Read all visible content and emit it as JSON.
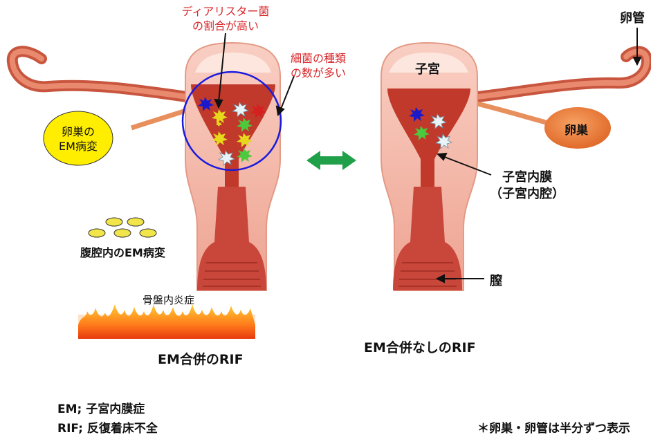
{
  "left": {
    "label_dominant": [
      "ディアリスター菌",
      "の割合が高い"
    ],
    "label_diversity": [
      "細菌の種類",
      "の数が多い"
    ],
    "ovary_lesion": [
      "卵巣の",
      "EM病変"
    ],
    "peritoneal_lesion": "腹腔内のEM病変",
    "pelvic_inflammation": "骨盤内炎症",
    "caption": "EM合併のRIF"
  },
  "right": {
    "uterus_label": "子宮",
    "tube_label": "卵管",
    "ovary_label": "卵巣",
    "endometrium_label": [
      "子宮内膜",
      "（子宮内腔）"
    ],
    "vagina_label": "膣",
    "caption": "EM合併なしのRIF"
  },
  "legend": {
    "em": "EM; 子宮内膜症",
    "rif": "RIF; 反復着床不全",
    "note": "＊卵巣・卵管は半分ずつ表示"
  },
  "colors": {
    "uterus_outer": "#f4b6a8",
    "uterus_inner": "#c0392b",
    "highlight": "#fbd9cf",
    "tube": "#e0654a",
    "ovary_lesion": "#ffee00",
    "circle": "#1a1adc",
    "arrow": "#21a04a",
    "label_red": "#d8262a"
  }
}
